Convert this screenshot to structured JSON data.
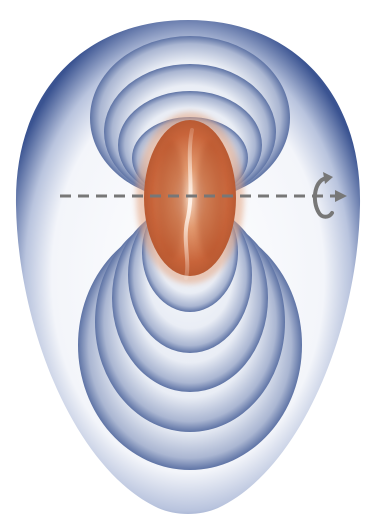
{
  "diagram": {
    "colors": {
      "background": "#ffffff",
      "field_outer": "#3a5391",
      "field_inner": "#f7f9fc",
      "field_mid": "#c4cde2",
      "core_dark": "#c8643a",
      "core_light": "#f0c0a0",
      "axis": "#777777"
    },
    "elements": [
      "outer-field-envelope",
      "upper-field-lobes",
      "lower-field-lobes",
      "central-core",
      "rotation-axis",
      "rotation-arrow-icon"
    ]
  }
}
